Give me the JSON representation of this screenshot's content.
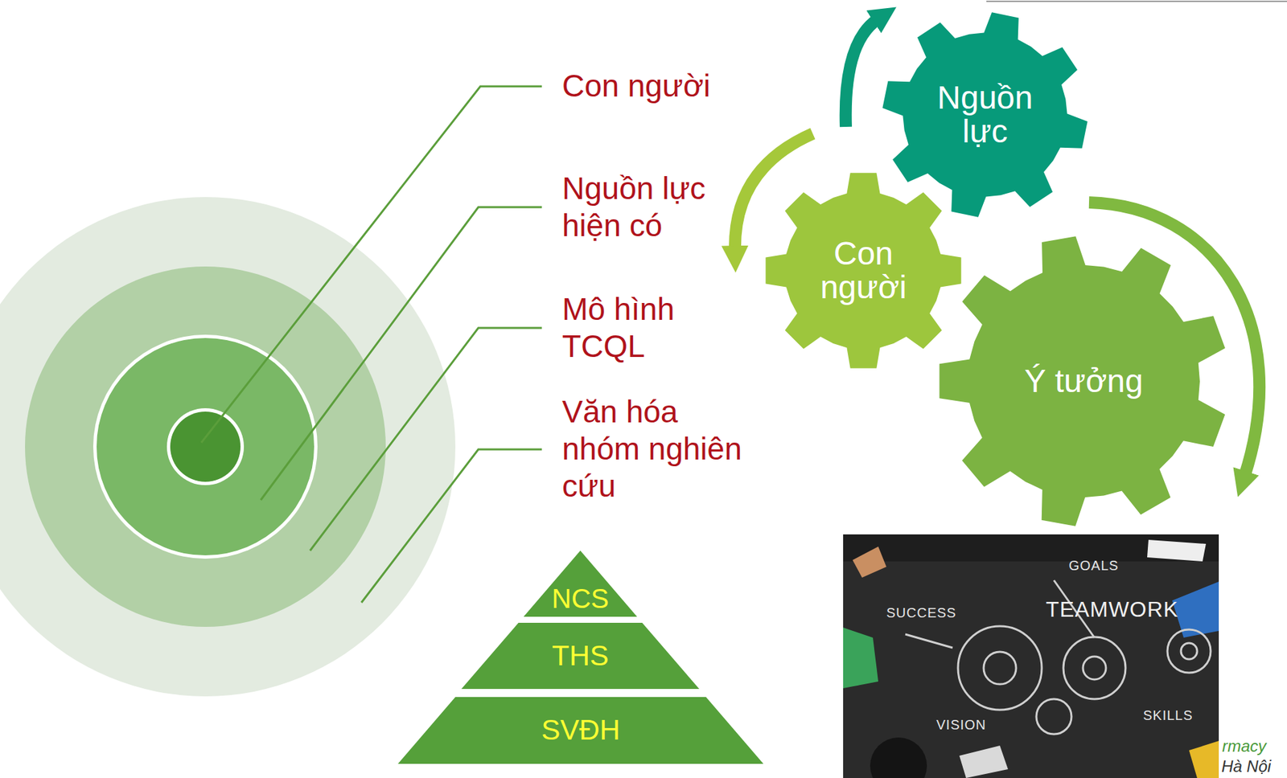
{
  "diagram": {
    "nodes": [
      {
        "text": [
          "Nguồn lực"
        ]
      },
      {
        "text": [
          "Con người"
        ]
      },
      {
        "text": [
          "Ý tưởng"
        ]
      },
      {
        "text": [
          "NCS"
        ]
      },
      {
        "text": [
          "THS"
        ]
      },
      {
        "text": [
          "SVĐH"
        ]
      }
    ],
    "labels": [
      "Con người",
      "Nguồn lực hiện có",
      "Mô hình TCQL",
      "Văn hóa nhóm nghiên cứu",
      "GOALS",
      "SUCCESS",
      "TEAMWORK",
      "VISION",
      "SKILLS",
      "rmacy",
      "Hà Nội"
    ]
  }
}
